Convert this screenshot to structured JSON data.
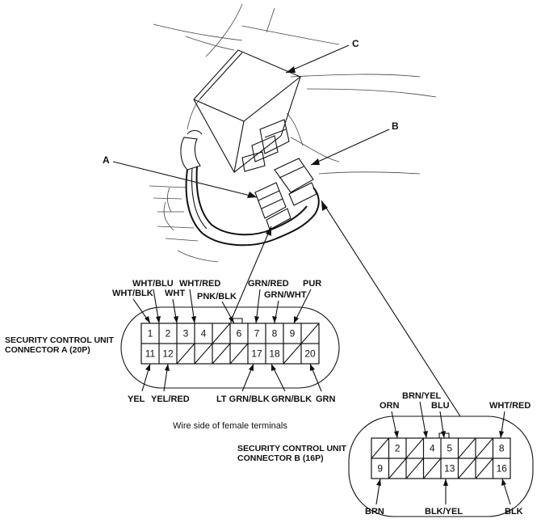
{
  "callouts": {
    "a": "A",
    "b": "B",
    "c": "C"
  },
  "connector_a": {
    "caption_line1": "SECURITY CONTROL UNIT",
    "caption_line2": "CONNECTOR A (20P)",
    "top_pins": [
      "1",
      "2",
      "3",
      "4",
      "",
      "6",
      "7",
      "8",
      "9",
      ""
    ],
    "bottom_pins": [
      "11",
      "12",
      "",
      "",
      "",
      "",
      "17",
      "18",
      "",
      "20"
    ],
    "top_wires": {
      "p1": "WHT/BLK",
      "p2": "WHT/BLU",
      "p3": "WHT",
      "p4": "WHT/RED",
      "p6": "PNK/BLK",
      "p7": "GRN/RED",
      "p8": "GRN/WHT",
      "p9": "PUR"
    },
    "bottom_wires": {
      "p11": "YEL",
      "p12": "YEL/RED",
      "p17": "LT GRN/BLK",
      "p18": "GRN/BLK",
      "p20": "GRN"
    }
  },
  "connector_b": {
    "caption_line1": "SECURITY CONTROL UNIT",
    "caption_line2": "CONNECTOR B (16P)",
    "top_pins": [
      "",
      "2",
      "",
      "4",
      "5",
      "",
      "",
      "8"
    ],
    "bottom_pins": [
      "9",
      "",
      "",
      "",
      "13",
      "",
      "",
      "16"
    ],
    "top_wires": {
      "p2": "ORN",
      "p4": "BRN/YEL",
      "p5": "BLU",
      "p8": "WHT/RED"
    },
    "bottom_wires": {
      "p9": "BRN",
      "p13": "BLK/YEL",
      "p16": "BLK"
    }
  },
  "note": "Wire side of female terminals"
}
